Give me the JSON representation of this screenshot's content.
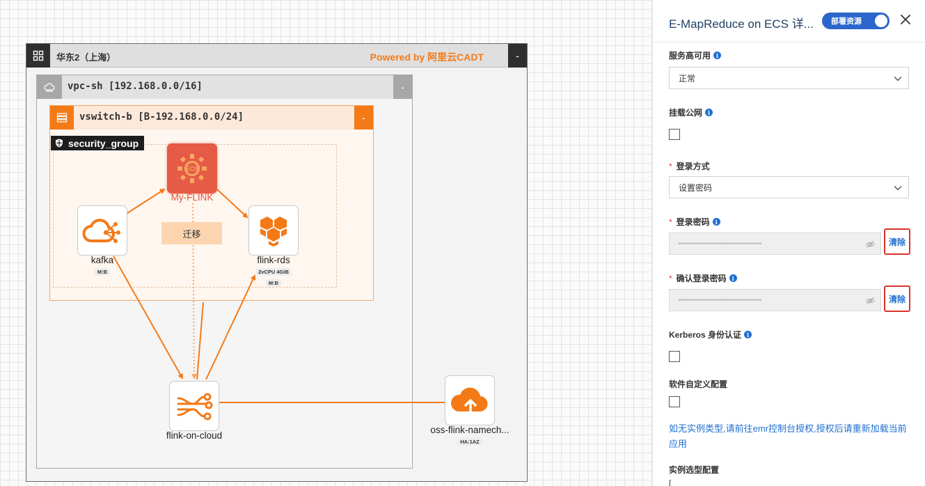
{
  "canvas": {
    "region": {
      "title": "华东2（上海）",
      "powered_by": "Powered by 阿里云CADT",
      "collapse": "-"
    },
    "vpc": {
      "title": "vpc-sh [192.168.0.0/16]",
      "collapse": "-"
    },
    "vswitch": {
      "title": "vswitch-b [B-192.168.0.0/24]",
      "collapse": "-"
    },
    "security_group": {
      "label": "security_group"
    },
    "nodes": {
      "ecs": {
        "label": "My-FLINK",
        "icon_text": "ECS"
      },
      "kafka": {
        "label": "kafka",
        "badge": "M:B"
      },
      "rds": {
        "label": "flink-rds",
        "badge_spec": "2vCPU  4GiB",
        "badge": "M:B"
      },
      "flink_cloud": {
        "label": "flink-on-cloud"
      },
      "oss": {
        "label": "oss-flink-namech...",
        "badge": "HA:1AZ"
      }
    },
    "migrate_button": "迁移",
    "colors": {
      "accent": "#f47a18",
      "ecs": "#e5533d",
      "region_dark": "#2f2f2f"
    }
  },
  "panel": {
    "title": "E-MapReduce on ECS 详...",
    "toggle_label": "部署资源",
    "fields": {
      "ha": {
        "label": "服务高可用",
        "value": "正常"
      },
      "public_ip": {
        "label": "挂载公网"
      },
      "login_method": {
        "label": "登录方式",
        "value": "设置密码"
      },
      "login_password": {
        "label": "登录密码",
        "masked": "••••••••••••••••••••••••••••••••••••••••",
        "clear": "清除"
      },
      "confirm_password": {
        "label": "确认登录密码",
        "masked": "••••••••••••••••••••••••••••••••••••••••",
        "clear": "清除"
      },
      "kerberos": {
        "label": "Kerberos 身份认证"
      },
      "software_config": {
        "label": "软件自定义配置"
      }
    },
    "hint_link": "如无实例类型,请前往emr控制台授权,授权后请重新加载当前应用",
    "instance_config": {
      "label": "实例选型配置",
      "value": "["
    },
    "colors": {
      "link": "#1f6fd1",
      "toggle": "#2b66cc",
      "highlight": "#d9342b"
    }
  }
}
